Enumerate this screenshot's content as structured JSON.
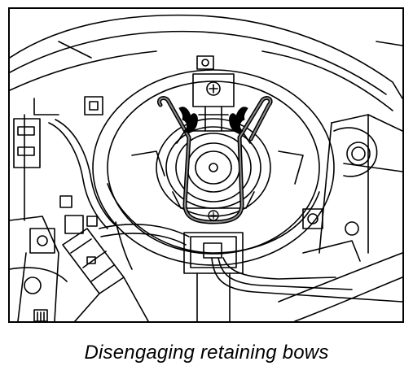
{
  "caption": "Disengaging retaining bows",
  "colors": {
    "line": "#000000",
    "background": "#ffffff",
    "bow_highlight": "#8a8a8a"
  },
  "icons": [
    "headlamp-assembly",
    "bulb-socket",
    "retaining-bow",
    "wiring-connector",
    "screw"
  ]
}
